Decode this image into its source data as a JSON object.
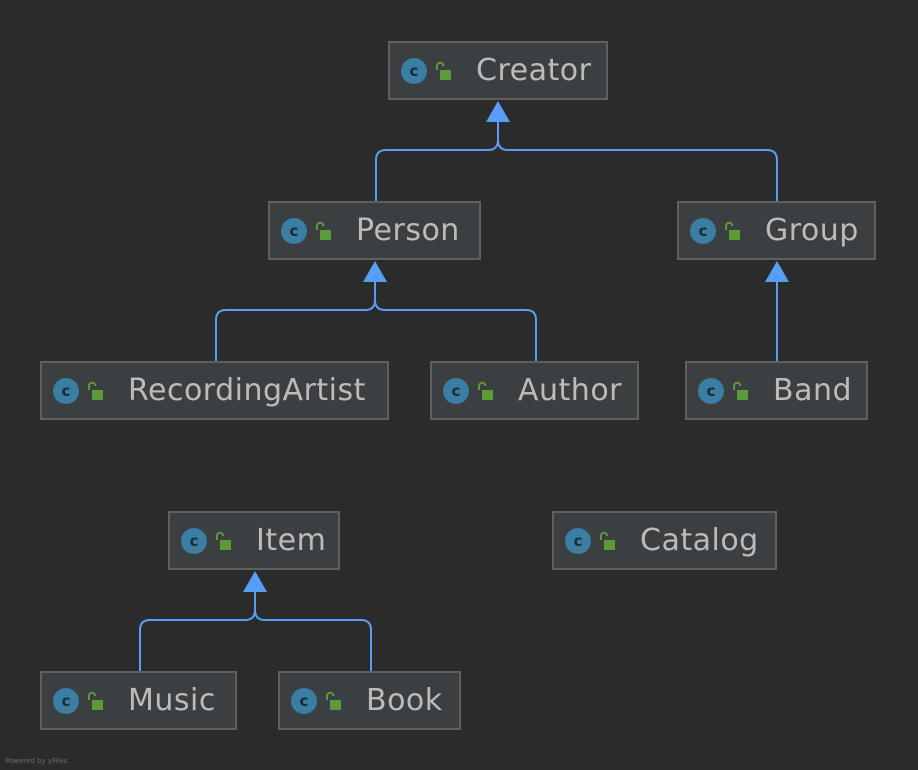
{
  "diagram": {
    "nodes": [
      {
        "id": "creator",
        "label": "Creator",
        "icon": "class-icon",
        "icon_letter": "c",
        "visibility_icon": "public-lock-icon"
      },
      {
        "id": "person",
        "label": "Person",
        "icon": "class-icon",
        "icon_letter": "c",
        "visibility_icon": "public-lock-icon"
      },
      {
        "id": "group",
        "label": "Group",
        "icon": "class-icon",
        "icon_letter": "c",
        "visibility_icon": "public-lock-icon"
      },
      {
        "id": "recording-artist",
        "label": "RecordingArtist",
        "icon": "class-icon",
        "icon_letter": "c",
        "visibility_icon": "public-lock-icon"
      },
      {
        "id": "author",
        "label": "Author",
        "icon": "class-icon",
        "icon_letter": "c",
        "visibility_icon": "public-lock-icon"
      },
      {
        "id": "band",
        "label": "Band",
        "icon": "class-icon",
        "icon_letter": "c",
        "visibility_icon": "public-lock-icon"
      },
      {
        "id": "item",
        "label": "Item",
        "icon": "class-icon",
        "icon_letter": "c",
        "visibility_icon": "public-lock-icon"
      },
      {
        "id": "catalog",
        "label": "Catalog",
        "icon": "class-icon",
        "icon_letter": "c",
        "visibility_icon": "public-lock-icon"
      },
      {
        "id": "music",
        "label": "Music",
        "icon": "class-icon",
        "icon_letter": "c",
        "visibility_icon": "public-lock-icon"
      },
      {
        "id": "book",
        "label": "Book",
        "icon": "class-icon",
        "icon_letter": "c",
        "visibility_icon": "public-lock-icon"
      }
    ],
    "edges": [
      {
        "from": "person",
        "to": "creator",
        "type": "extends"
      },
      {
        "from": "group",
        "to": "creator",
        "type": "extends"
      },
      {
        "from": "recording-artist",
        "to": "person",
        "type": "extends"
      },
      {
        "from": "author",
        "to": "person",
        "type": "extends"
      },
      {
        "from": "band",
        "to": "group",
        "type": "extends"
      },
      {
        "from": "music",
        "to": "item",
        "type": "extends"
      },
      {
        "from": "book",
        "to": "item",
        "type": "extends"
      }
    ]
  },
  "footer": {
    "text": "Powered by yFiles"
  },
  "colors": {
    "background": "#2b2b2b",
    "node_fill": "#3c3f41",
    "node_border": "#5e6060",
    "label": "#bbbbbb",
    "class_icon": "#3a7ea3",
    "lock_icon": "#5b9b3a",
    "edge": "#589df6"
  }
}
